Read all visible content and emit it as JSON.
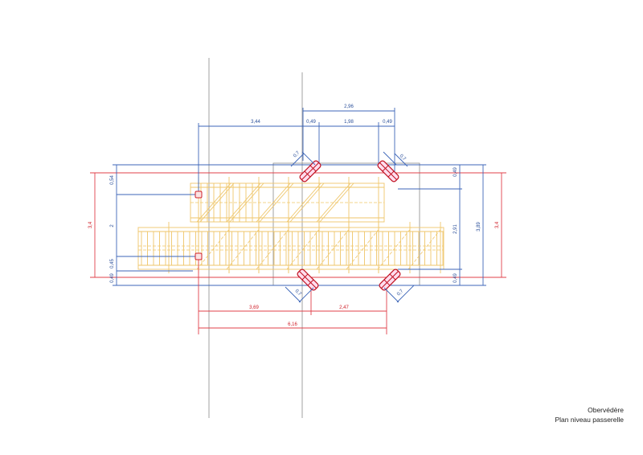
{
  "caption": {
    "line1": "Obervédère",
    "line2": "Plan niveau passerelle"
  },
  "dimensions": {
    "top_overall": "2,96",
    "top_left": "3,44",
    "top_a": "0,49",
    "top_mid": "1,98",
    "top_b": "0,49",
    "left_1": "0,54",
    "left_2": "2",
    "left_3": "0,45",
    "left_4": "0,49",
    "left_red": "3,4",
    "right_1": "0,49",
    "right_2": "2,91",
    "right_3": "0,49",
    "right_overall": "3,89",
    "right_red": "3,4",
    "support_1": "0,7",
    "support_2": "0,7",
    "support_3": "0,7",
    "support_4": "0,7",
    "bottom_1": "3,69",
    "bottom_2": "2,47",
    "bottom_overall": "6,16"
  },
  "colors": {
    "blue": "#3d66b8",
    "red": "#e0404a",
    "timber": "#efc66a"
  }
}
